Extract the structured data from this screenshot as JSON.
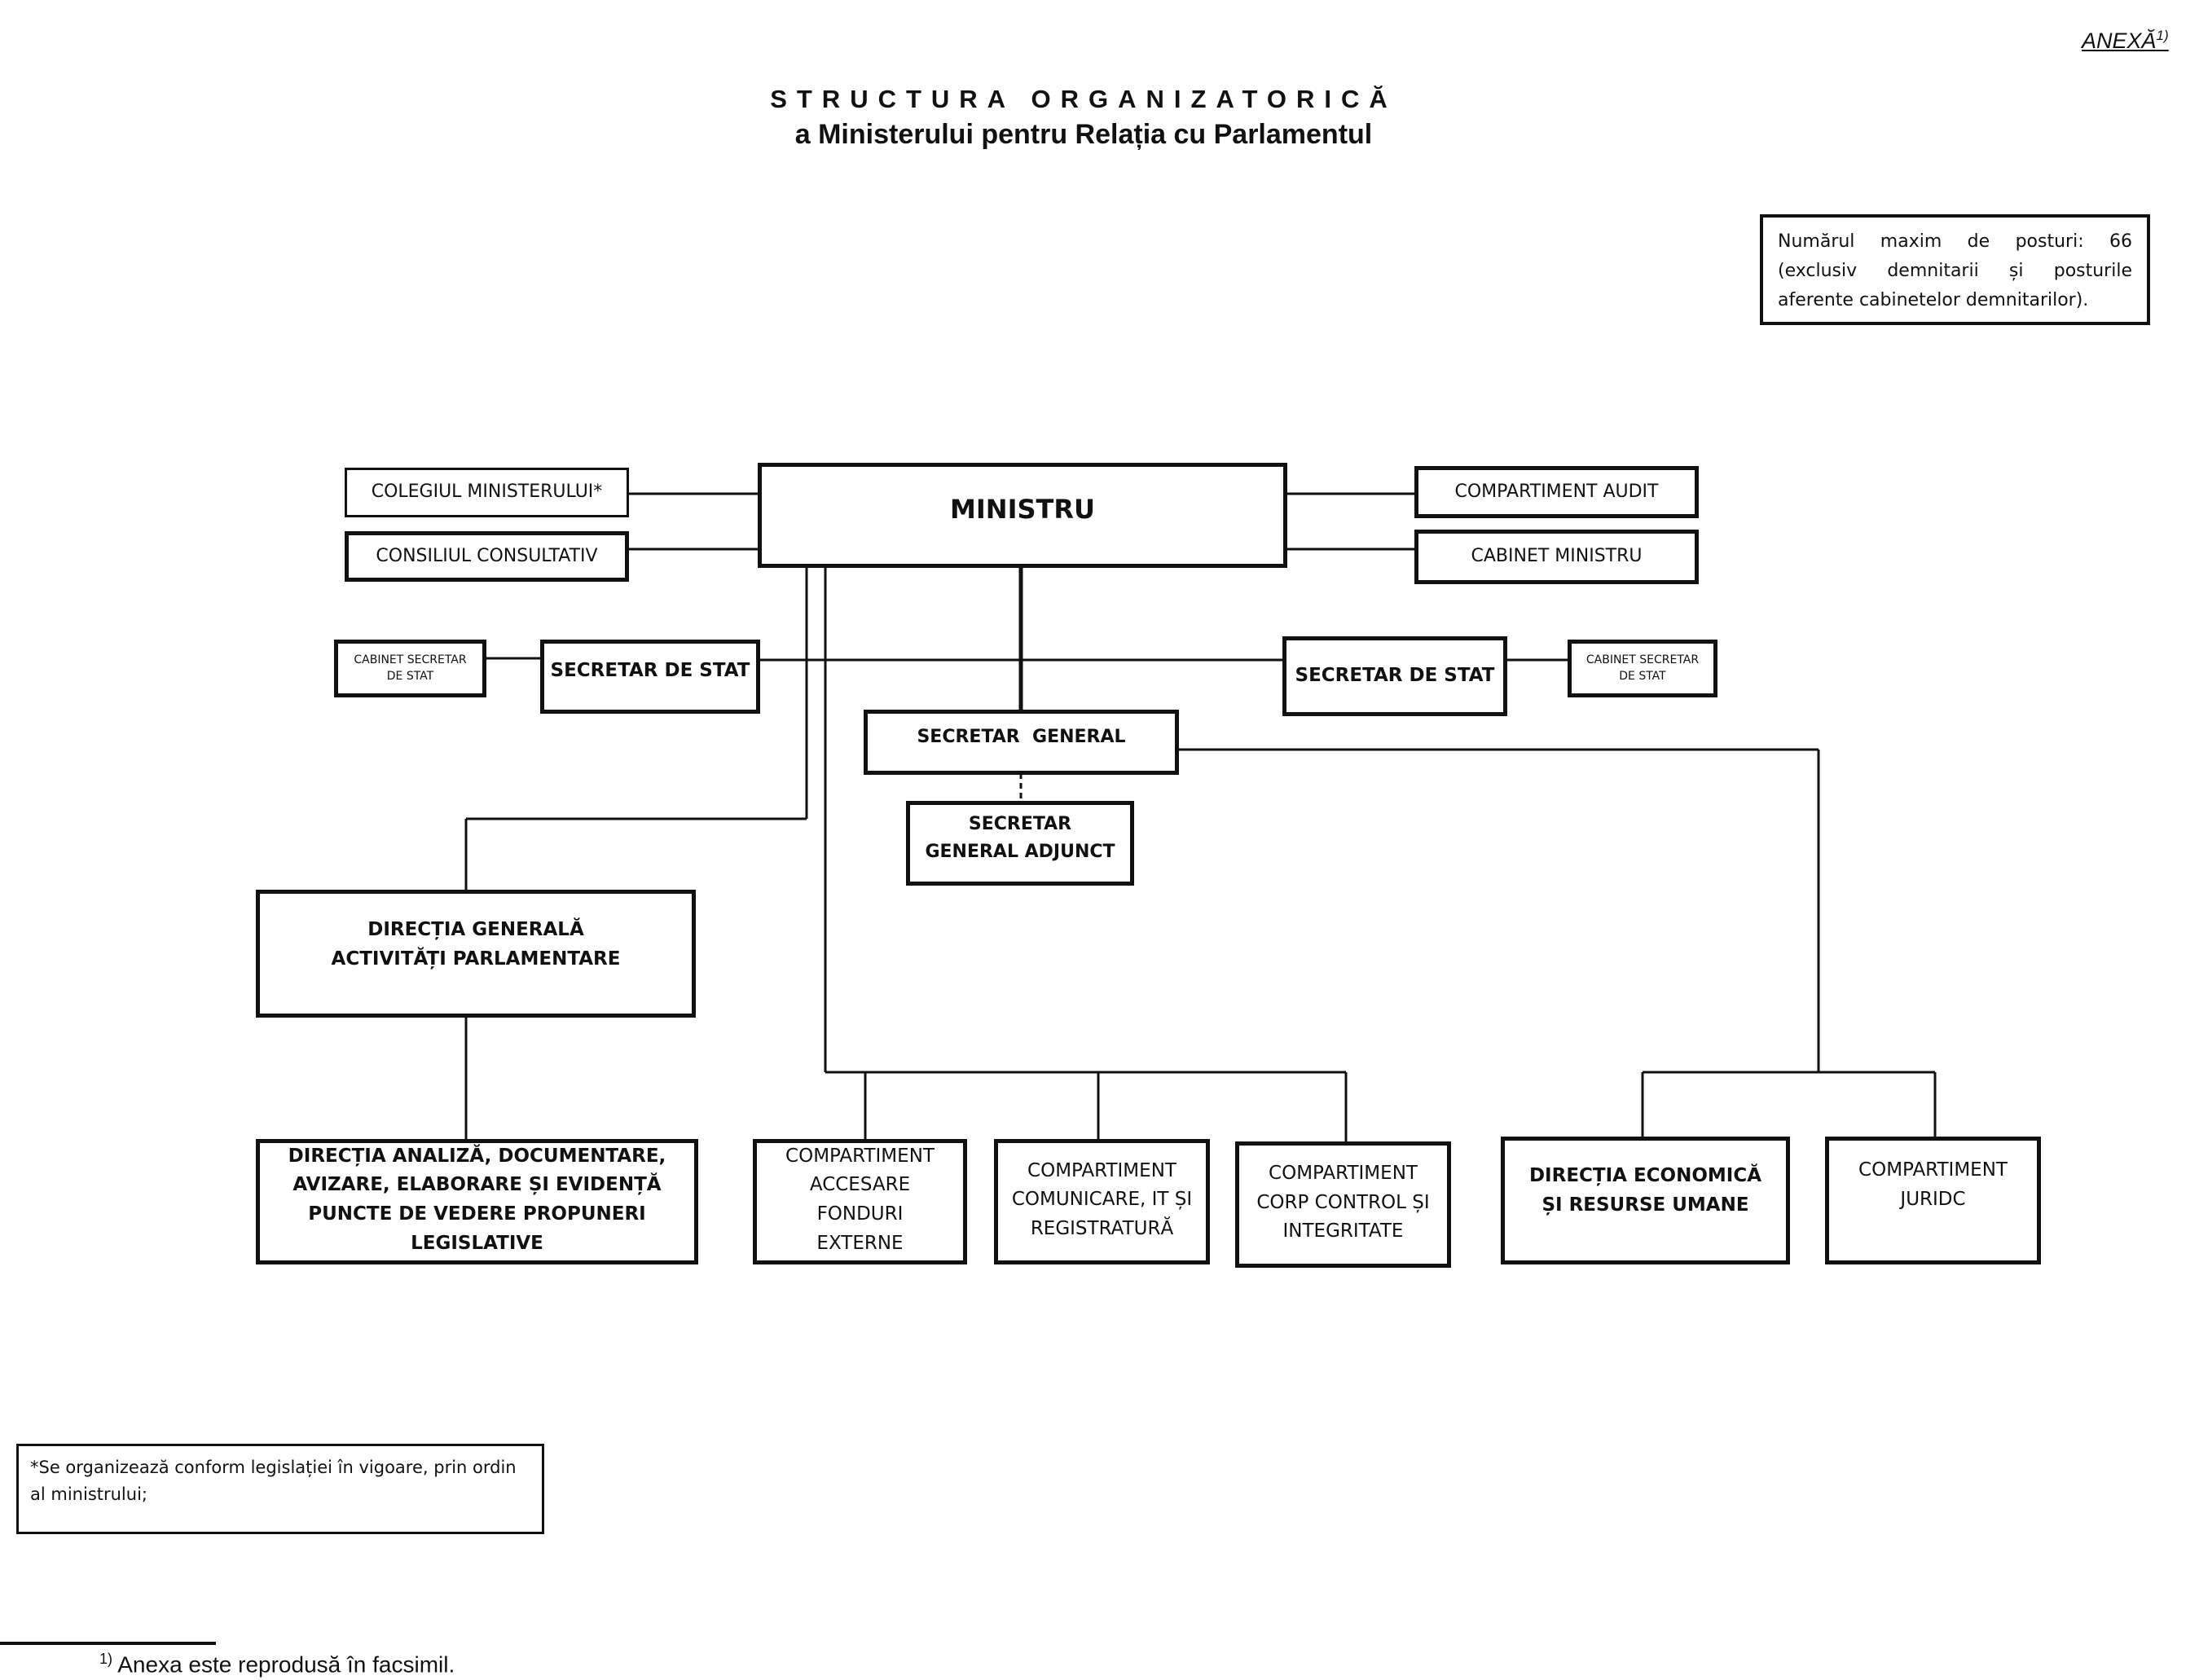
{
  "annex": {
    "label": "ANEXĂ",
    "note_mark": "1)"
  },
  "title": {
    "line1": "STRUCTURA ORGANIZATORICĂ",
    "line2": "a Ministerului pentru Relația cu Parlamentul"
  },
  "posts_note": "Numărul maxim de posturi: 66 (exclusiv demnitarii și posturile aferente cabinetelor demnitarilor).",
  "boxes": {
    "colegiu": "COLEGIUL MINISTERULUI*",
    "consiliu": "CONSILIUL CONSULTATIV",
    "ministru": "MINISTRU",
    "audit": "COMPARTIMENT AUDIT",
    "cabinet_ministru": "CABINET MINISTRU",
    "cabinet_ss_left": "CABINET SECRETAR DE STAT",
    "ss_left": "SECRETAR DE STAT",
    "ss_right": "SECRETAR DE STAT",
    "cabinet_ss_right": "CABINET SECRETAR DE STAT",
    "sg": "SECRETAR  GENERAL",
    "sga": "SECRETAR  GENERAL ADJUNCT",
    "dgap": "DIRECȚIA GENERALĂ ACTIVITĂȚI PARLAMENTARE",
    "dir_analiza": "DIRECȚIA ANALIZĂ, DOCUMENTARE, AVIZARE, ELABORARE ȘI EVIDENȚĂ PUNCTE DE VEDERE PROPUNERI LEGISLATIVE",
    "comp_fonduri": "COMPARTIMENT ACCESARE FONDURI EXTERNE",
    "comp_comunicare": "COMPARTIMENT COMUNICARE,  IT ȘI REGISTRATURĂ",
    "comp_control": "COMPARTIMENT CORP CONTROL ȘI INTEGRITATE",
    "dir_economica": "DIRECȚIA  ECONOMICĂ ȘI RESURSE UMANE",
    "comp_juridic": "COMPARTIMENT JURIDC"
  },
  "footnote_box": "*Se organizează conform legislației în vigoare, prin ordin al ministrului;",
  "footer": {
    "mark": "1)",
    "text": "Anexa este reprodusă în facsimil."
  }
}
